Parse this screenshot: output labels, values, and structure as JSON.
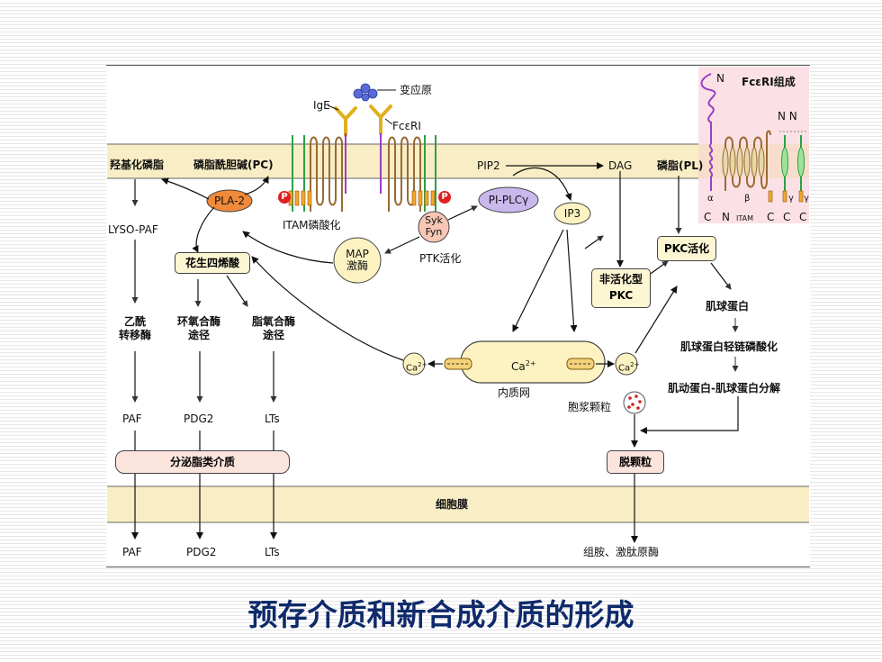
{
  "labels": {
    "antigen": "变应原",
    "ige": "IgE",
    "fceri": "FcεRI",
    "fceri_composition": "FcεRI组成",
    "n_label": "N",
    "nn_label": "N N",
    "c_labels": [
      "C",
      "N",
      "ITAM",
      "C",
      "C",
      "C"
    ],
    "greek": [
      "α",
      "β",
      "γ",
      "γ"
    ],
    "hydroxy_phospholipid": "羟基化磷脂",
    "pc": "磷脂酰胆碱(PC)",
    "pip2": "PIP2",
    "dag": "DAG",
    "pl": "磷脂(PL)",
    "pla2": "PLA-2",
    "p": "P",
    "plc": "PI-PLCγ",
    "ip3": "IP3",
    "itam_phos": "ITAM磷酸化",
    "syk_fyn": "Syk\nFyn",
    "ptk": "PTK活化",
    "lyso_paf": "LYSO-PAF",
    "map_kinase": "MAP\n激酶",
    "arachidonic": "花生四烯酸",
    "inactive_pkc": "非活化型\nPKC",
    "pkc_active": "PKC活化",
    "myosin": "肌球蛋白",
    "myosin_lc": "肌球蛋白轻链磷酸化",
    "actin_myosin": "肌动蛋白-肌球蛋白分解",
    "acetyltransferase": "乙酰\n转移酶",
    "cox": "环氧合酶\n途径",
    "lox": "脂氧合酶\n途径",
    "ca": "Ca",
    "er": "内质网",
    "granule": "胞浆颗粒",
    "paf": "PAF",
    "pdg2": "PDG2",
    "lts": "LTs",
    "secrete": "分泌脂类介质",
    "degranulation": "脱颗粒",
    "cell_membrane": "细胞膜",
    "histamine": "组胺、激肽原酶",
    "arrow_small": "↓"
  },
  "title": "预存介质和新合成介质的形成"
}
